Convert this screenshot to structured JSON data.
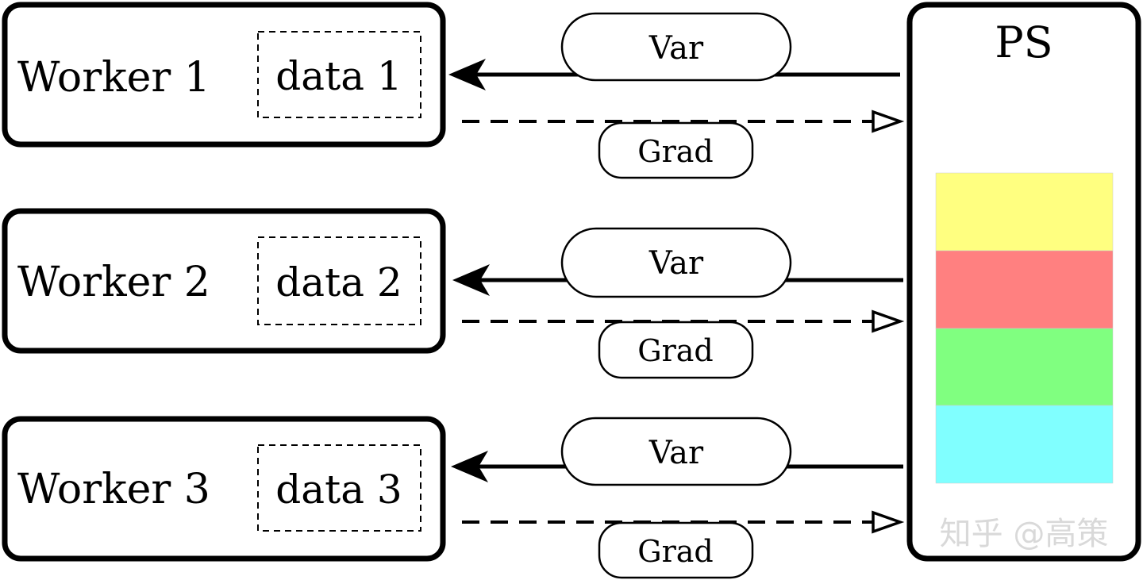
{
  "workers": [
    {
      "label": "Worker 1",
      "data_label": "data 1"
    },
    {
      "label": "Worker 2",
      "data_label": "data 2"
    },
    {
      "label": "Worker 3",
      "data_label": "data 3"
    }
  ],
  "arrows": {
    "var_label": "Var",
    "grad_label": "Grad"
  },
  "ps": {
    "title": "PS",
    "segment_colors": [
      "#ffff80",
      "#ff8080",
      "#80ff80",
      "#80ffff"
    ]
  },
  "watermark": "知乎 @高策"
}
